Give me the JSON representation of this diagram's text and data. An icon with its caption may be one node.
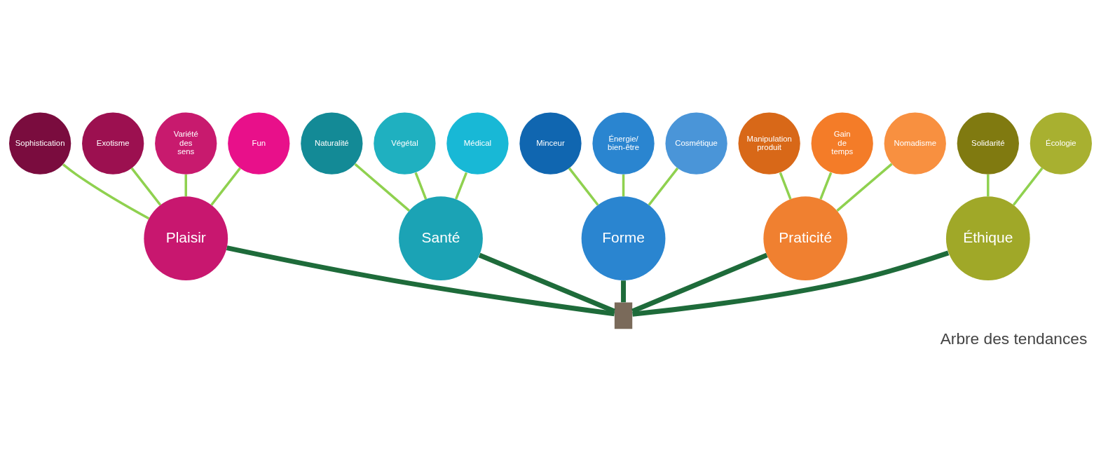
{
  "diagram": {
    "caption": "Arbre des tendances",
    "nodes": [
      {
        "text": [],
        "shape": "bar"
      },
      {
        "text": [
          "Plaisir"
        ]
      },
      {
        "text": [
          "Santé"
        ]
      },
      {
        "text": [
          "Forme"
        ]
      },
      {
        "text": [
          "Praticité"
        ]
      },
      {
        "text": [
          "Éthique"
        ]
      },
      {
        "text": [
          "Sophistication"
        ]
      },
      {
        "text": [
          "Exotisme"
        ]
      },
      {
        "text": [
          "Variété des sens"
        ]
      },
      {
        "text": [
          "Fun"
        ]
      },
      {
        "text": [
          "Naturalité"
        ]
      },
      {
        "text": [
          "Végétal"
        ]
      },
      {
        "text": [
          "Médical"
        ]
      },
      {
        "text": [
          "Minceur"
        ]
      },
      {
        "text": [
          "Énergie/ bien-être"
        ]
      },
      {
        "text": [
          "Cosmétique"
        ]
      },
      {
        "text": [
          "Manipulation produit"
        ]
      },
      {
        "text": [
          "Gain de temps"
        ]
      },
      {
        "text": [
          "Nomadisme"
        ]
      },
      {
        "text": [
          "Solidarité"
        ]
      },
      {
        "text": [
          "Écologie"
        ]
      }
    ],
    "edges": [
      {
        "from": 0,
        "to": 1,
        "arrow": "none",
        "style": "thick",
        "color": "#1e6b3a"
      },
      {
        "from": 0,
        "to": 2,
        "arrow": "none",
        "style": "thick",
        "color": "#1e6b3a"
      },
      {
        "from": 0,
        "to": 3,
        "arrow": "none",
        "style": "thick",
        "color": "#1e6b3a"
      },
      {
        "from": 0,
        "to": 4,
        "arrow": "none",
        "style": "thick",
        "color": "#1e6b3a"
      },
      {
        "from": 0,
        "to": 5,
        "arrow": "none",
        "style": "thick",
        "color": "#1e6b3a"
      },
      {
        "from": 1,
        "to": 6,
        "arrow": "none"
      },
      {
        "from": 1,
        "to": 7,
        "arrow": "none"
      },
      {
        "from": 1,
        "to": 8,
        "arrow": "none"
      },
      {
        "from": 1,
        "to": 9,
        "arrow": "none"
      },
      {
        "from": 2,
        "to": 10,
        "arrow": "none"
      },
      {
        "from": 2,
        "to": 11,
        "arrow": "none"
      },
      {
        "from": 2,
        "to": 12,
        "arrow": "none"
      },
      {
        "from": 3,
        "to": 13,
        "arrow": "none"
      },
      {
        "from": 3,
        "to": 14,
        "arrow": "none"
      },
      {
        "from": 3,
        "to": 15,
        "arrow": "none"
      },
      {
        "from": 4,
        "to": 16,
        "arrow": "none"
      },
      {
        "from": 4,
        "to": 17,
        "arrow": "none"
      },
      {
        "from": 4,
        "to": 18,
        "arrow": "none"
      },
      {
        "from": 5,
        "to": 19,
        "arrow": "none"
      },
      {
        "from": 5,
        "to": 20,
        "arrow": "none"
      }
    ]
  }
}
